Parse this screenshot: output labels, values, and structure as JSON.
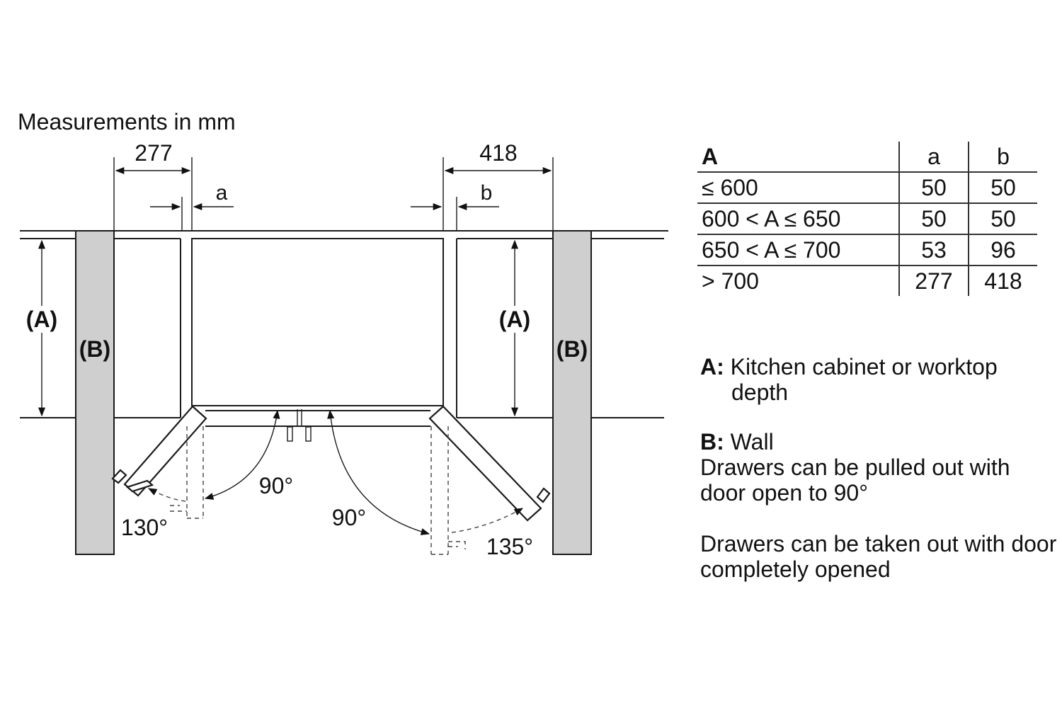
{
  "header": {
    "units_note": "Measurements in mm"
  },
  "dimensions": {
    "left_clearance": "277",
    "right_clearance": "418",
    "gap_left": "a",
    "gap_right": "b"
  },
  "labels": {
    "cabinet_depth": "(A)",
    "wall": "(B)",
    "angle_left_drawer": "90°",
    "angle_right_drawer": "90°",
    "angle_left_door": "130°",
    "angle_right_door": "135°"
  },
  "table": {
    "headers": [
      "A",
      "a",
      "b"
    ],
    "rows": [
      {
        "range": "≤ 600",
        "a": "50",
        "b": "50"
      },
      {
        "range": "600 < A ≤ 650",
        "a": "50",
        "b": "50"
      },
      {
        "range": "650 < A ≤ 700",
        "a": "53",
        "b": "96"
      },
      {
        "range": "> 700",
        "a": "277",
        "b": "418"
      }
    ]
  },
  "legend": {
    "a_key": "A:",
    "a_text_line1": "Kitchen cabinet or worktop",
    "a_text_line2": "depth",
    "b_key": "B:",
    "b_text": "Wall",
    "note_pull": "Drawers can be pulled out with door open to 90°",
    "note_take": "Drawers can be taken out with door completely opened"
  }
}
